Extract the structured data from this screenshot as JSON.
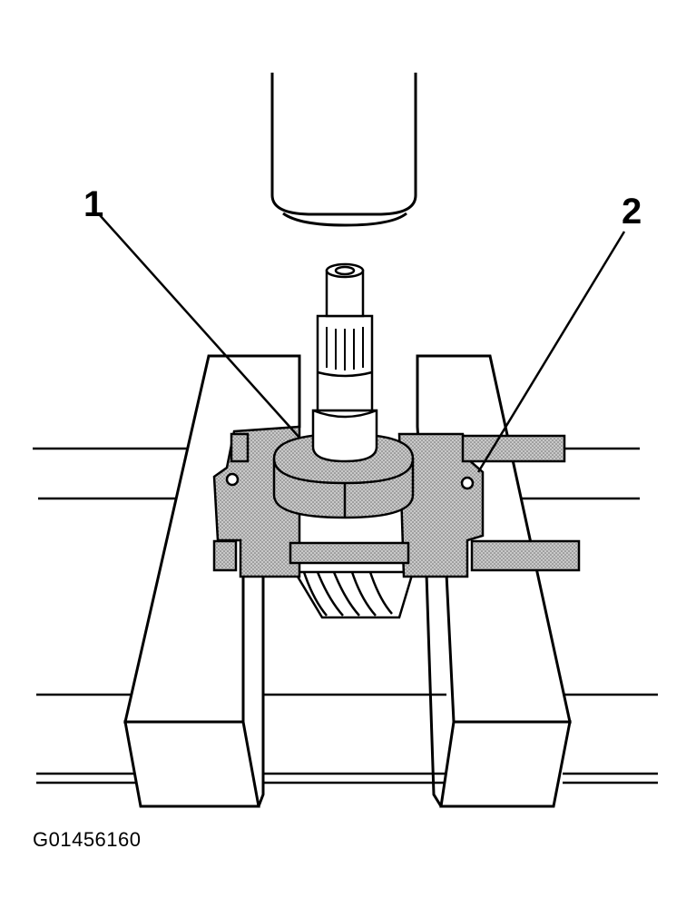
{
  "callouts": [
    {
      "number": "1"
    },
    {
      "number": "2"
    }
  ],
  "figure_code": "G01456160",
  "colors": {
    "line": "#000000",
    "background": "#ffffff",
    "hatch": "#9a9a9a"
  }
}
